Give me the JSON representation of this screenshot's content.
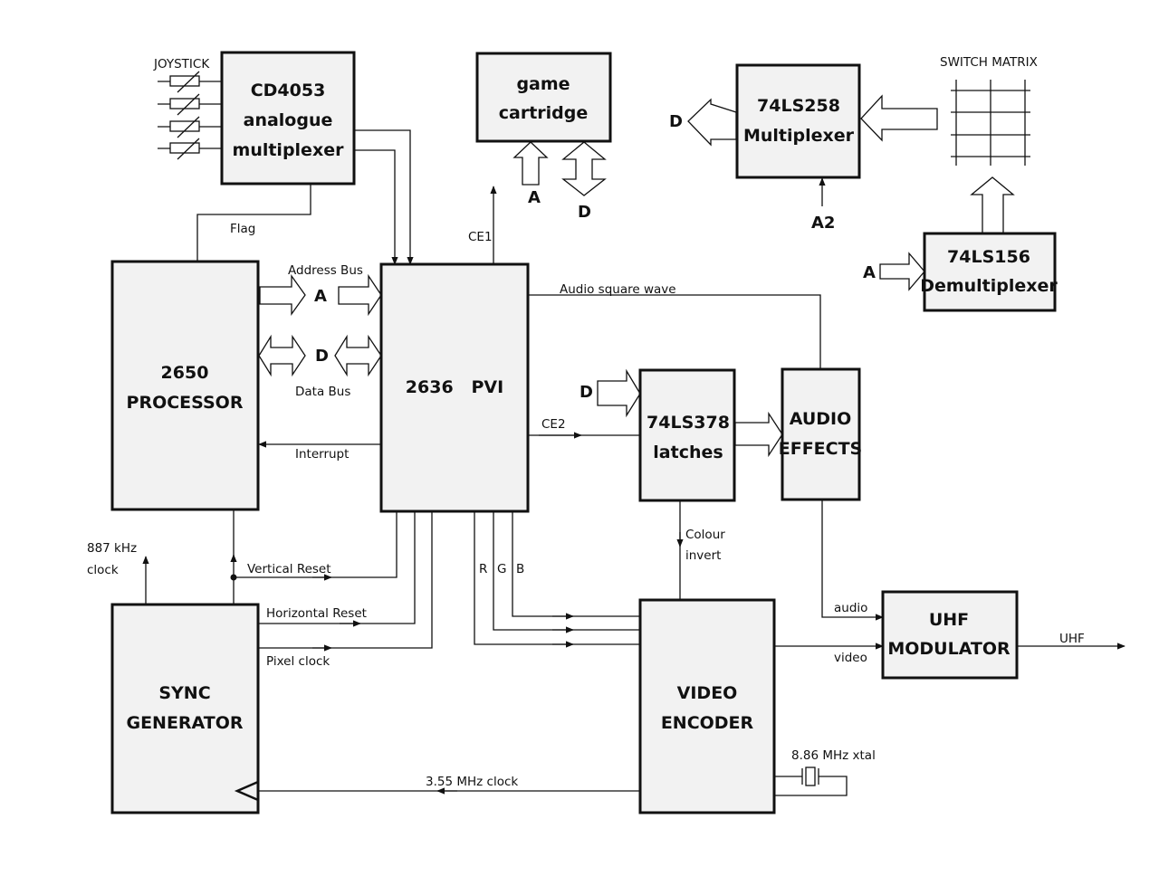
{
  "blocks": {
    "cd4053": [
      "CD4053",
      "analogue",
      "multiplexer"
    ],
    "cartridge": [
      "game",
      "cartridge"
    ],
    "ls258": [
      "74LS258",
      "Multiplexer"
    ],
    "ls156": [
      "74LS156",
      "Demultiplexer"
    ],
    "processor": [
      "2650",
      "PROCESSOR"
    ],
    "pvi": "2636   PVI",
    "latches": [
      "74LS378",
      "latches"
    ],
    "audio_effects": [
      "AUDIO",
      "EFFECTS"
    ],
    "uhf_modulator": [
      "UHF",
      "MODULATOR"
    ],
    "sync": [
      "SYNC",
      "GENERATOR"
    ],
    "video_encoder": [
      "VIDEO",
      "ENCODER"
    ]
  },
  "labels": {
    "joystick": "JOYSTICK",
    "switch_matrix": "SWITCH MATRIX",
    "flag": "Flag",
    "address_bus": "Address Bus",
    "data_bus": "Data Bus",
    "ce1": "CE1",
    "ce2": "CE2",
    "interrupt": "Interrupt",
    "audio_square_wave": "Audio square wave",
    "clock_887": [
      "887 kHz",
      "clock"
    ],
    "vertical_reset": "Vertical Reset",
    "horizontal_reset": "Horizontal Reset",
    "pixel_clock": "Pixel clock",
    "r": "R",
    "g": "G",
    "b": "B",
    "colour_invert": [
      "Colour",
      "invert"
    ],
    "audio": "audio",
    "video": "video",
    "uhf": "UHF",
    "xtal": "8.86 MHz xtal",
    "clock_355": "3.55 MHz clock"
  },
  "bus_letters": {
    "addr_cpu": "A",
    "data_cpu": "D",
    "cart_a": "A",
    "cart_d": "D",
    "mux_d": "D",
    "a2": "A2",
    "demux_a": "A",
    "latch_d": "D"
  }
}
